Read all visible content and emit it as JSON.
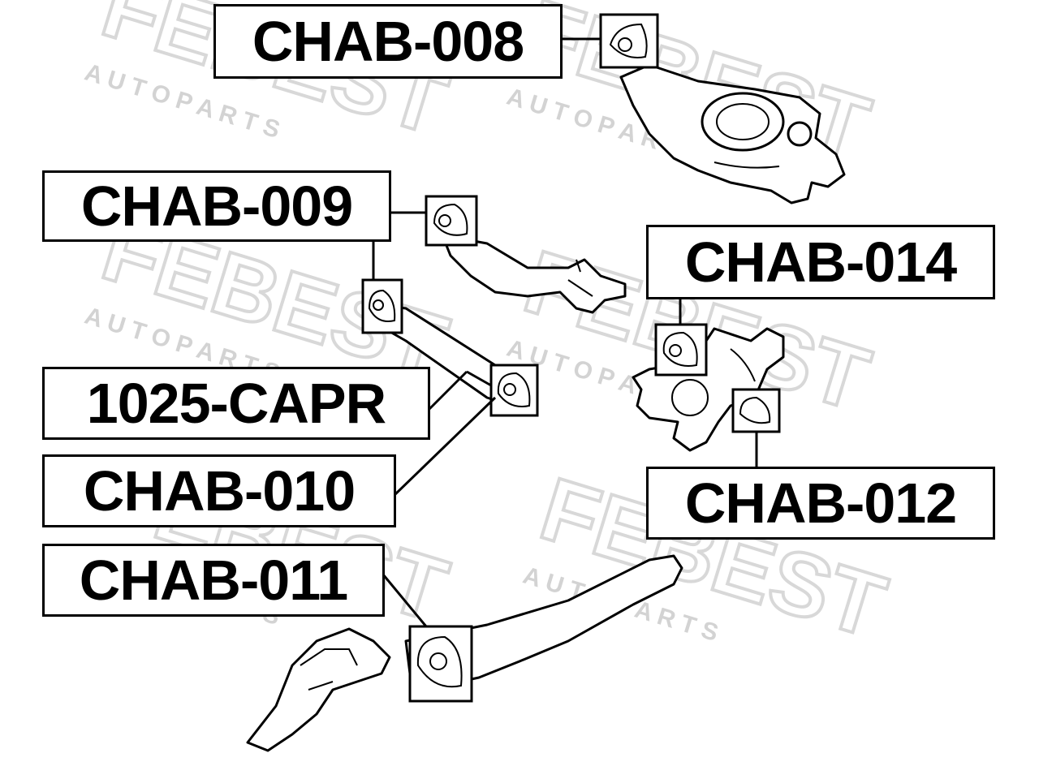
{
  "watermark": {
    "brand": "FEBEST",
    "tagline": "A U T O   P A R T S",
    "color": "#d9d9d9"
  },
  "labels": {
    "chab_008": "CHAB-008",
    "chab_009": "CHAB-009",
    "chab_014": "CHAB-014",
    "capr_1025": "1025-CAPR",
    "chab_010": "CHAB-010",
    "chab_012": "CHAB-012",
    "chab_011": "CHAB-011"
  },
  "colors": {
    "ink": "#000000",
    "background": "#ffffff"
  }
}
